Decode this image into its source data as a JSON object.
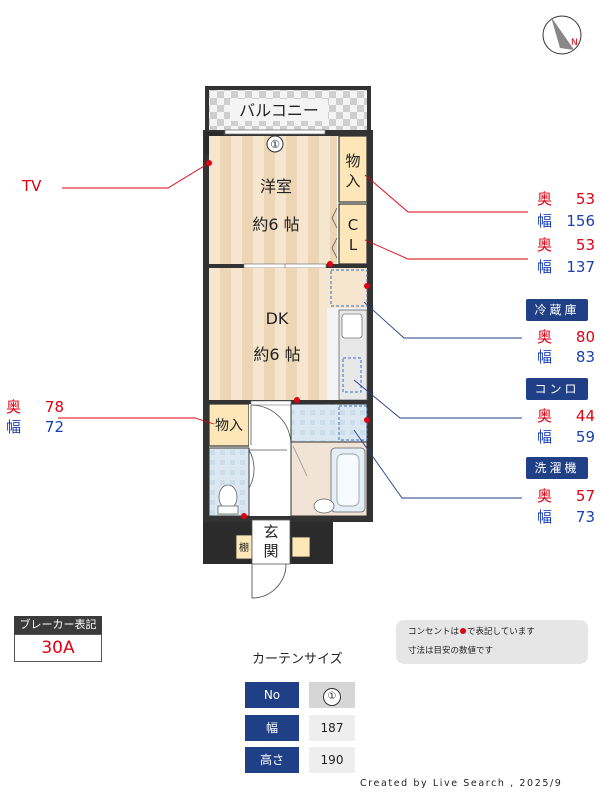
{
  "plan": {
    "balcony": "バルコニー",
    "western_room": {
      "name": "洋室",
      "size": "約6 帖"
    },
    "dk": {
      "name": "DK",
      "size": "約6 帖"
    },
    "storage_1": "物入",
    "closet": "CL",
    "storage_2": "物入",
    "entrance": "玄関",
    "shelf": "棚",
    "curtain_marker": "①"
  },
  "tv_label": "TV",
  "dims": {
    "depth_label": "奥",
    "width_label": "幅",
    "storage_1": {
      "depth": "53",
      "width": "156"
    },
    "closet": {
      "depth": "53",
      "width": "137"
    },
    "fridge": {
      "badge": "冷蔵庫",
      "depth": "80",
      "width": "83"
    },
    "stove": {
      "badge": "コンロ",
      "depth": "44",
      "width": "59"
    },
    "washer": {
      "badge": "洗濯機",
      "depth": "57",
      "width": "73"
    },
    "storage_2": {
      "depth": "78",
      "width": "72"
    }
  },
  "breaker": {
    "label": "ブレーカー表記",
    "value": "30A"
  },
  "note": {
    "line1_a": "コンセントは",
    "line1_b": "で表記しています",
    "line2": "寸法は目安の数値です"
  },
  "curtain": {
    "title": "カーテンサイズ",
    "no_label": "No",
    "no_value": "①",
    "width_label": "幅",
    "width_value": "187",
    "height_label": "高さ",
    "height_value": "190"
  },
  "credit": "Created by Live Search , 2025/9",
  "colors": {
    "outlet": "#e00012",
    "badge": "#1f3f86",
    "depth": "#e00012",
    "width": "#1a3fb0"
  }
}
